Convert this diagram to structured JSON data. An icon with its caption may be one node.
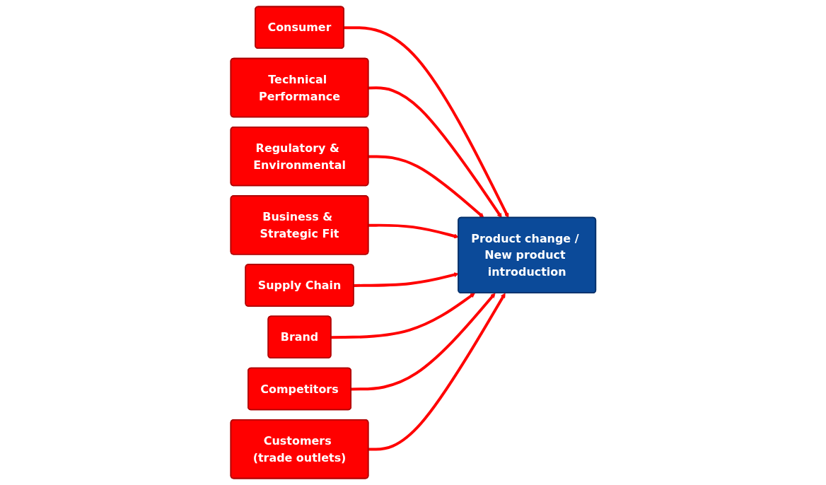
{
  "diagram": {
    "nodes": [
      {
        "text": [
          "Consumer"
        ]
      },
      {
        "text": [
          "Technical Performance"
        ]
      },
      {
        "text": [
          "Regulatory & Environmental"
        ]
      },
      {
        "text": [
          "Business & Strategic Fit"
        ]
      },
      {
        "text": [
          "Product change / New product introduction"
        ]
      },
      {
        "text": [
          "Supply Chain"
        ]
      },
      {
        "text": [
          "Brand"
        ]
      },
      {
        "text": [
          "Competitors"
        ]
      },
      {
        "text": [
          "Customers (trade outlets)"
        ]
      }
    ],
    "edges": [
      {
        "from": 0,
        "to": 4,
        "arrow": "to"
      },
      {
        "from": 1,
        "to": 4,
        "arrow": "to"
      },
      {
        "from": 2,
        "to": 4,
        "arrow": "to"
      },
      {
        "from": 3,
        "to": 4,
        "arrow": "to"
      },
      {
        "from": 5,
        "to": 4,
        "arrow": "to"
      },
      {
        "from": 6,
        "to": 4,
        "arrow": "to"
      },
      {
        "from": 7,
        "to": 4,
        "arrow": "to"
      },
      {
        "from": 8,
        "to": 4,
        "arrow": "to"
      }
    ]
  }
}
